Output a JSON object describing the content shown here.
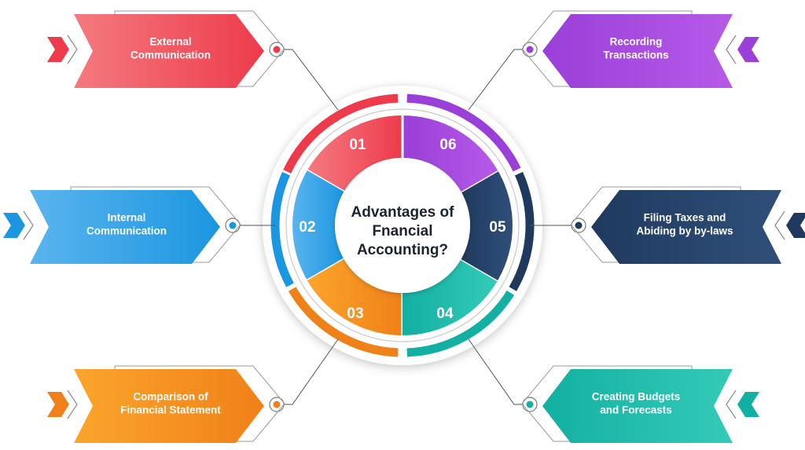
{
  "title_lines": [
    "Advantages of",
    "Fnancial",
    "Accounting?"
  ],
  "items": [
    {
      "number": "01",
      "lines": [
        "External",
        "Communication"
      ],
      "color": "#ee3b4b",
      "color_light": "#f47a7f",
      "side": "left"
    },
    {
      "number": "02",
      "lines": [
        "Internal",
        "Communication"
      ],
      "color": "#1b96e0",
      "color_light": "#5ab4ee",
      "side": "left"
    },
    {
      "number": "03",
      "lines": [
        "Comparison of",
        "Financial Statement"
      ],
      "color": "#f08018",
      "color_light": "#fba52c",
      "side": "left"
    },
    {
      "number": "04",
      "lines": [
        "Creating Budgets",
        "and Forecasts"
      ],
      "color": "#12b0a2",
      "color_light": "#34cab8",
      "side": "right"
    },
    {
      "number": "05",
      "lines": [
        "Filing Taxes and",
        "Abiding by by-laws"
      ],
      "color": "#1f3a5e",
      "color_light": "#2f4f7a",
      "side": "right"
    },
    {
      "number": "06",
      "lines": [
        "Recording",
        "Transactions"
      ],
      "color": "#9a3fd8",
      "color_light": "#b55ae8",
      "side": "right"
    }
  ]
}
